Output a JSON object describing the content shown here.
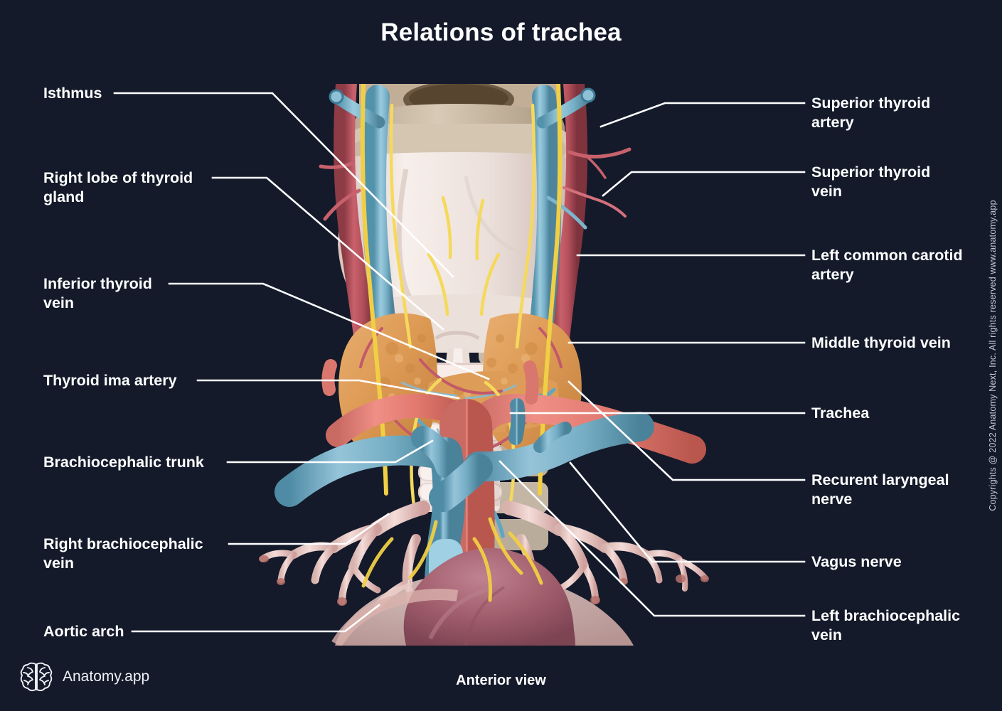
{
  "header": {
    "title": "Relations of trachea"
  },
  "caption": {
    "view": "Anterior view"
  },
  "footer": {
    "brand": "Anatomy.app",
    "copyright": "Copyrights @ 2022 Anatomy Next, Inc. All rights reserved www.anatomy.app"
  },
  "colors": {
    "background": "#141a2a",
    "leader": "#ffffff",
    "text": "#ffffff",
    "artery": "#c8616c",
    "aorta": "#e8837c",
    "vein": "#7cb6cd",
    "nerve": "#f2d24b",
    "thyroid": "#e2a05f",
    "cartilage": "#efe3dd",
    "bone": "#cdbfae",
    "bronchi": "#eccfcc",
    "heart": "#a9616f"
  },
  "labels": {
    "left": [
      {
        "id": "isthmus",
        "text": "Isthmus"
      },
      {
        "id": "right-lobe-thyroid",
        "text": "Right lobe of thyroid\ngland"
      },
      {
        "id": "inferior-thyroid-vein",
        "text": "Inferior thyroid\nvein"
      },
      {
        "id": "thyroid-ima-artery",
        "text": "Thyroid ima artery"
      },
      {
        "id": "brachiocephalic-trunk",
        "text": "Brachiocephalic trunk"
      },
      {
        "id": "right-brachiocephalic-vein",
        "text": "Right brachiocephalic\nvein"
      },
      {
        "id": "aortic-arch",
        "text": "Aortic arch"
      }
    ],
    "right": [
      {
        "id": "superior-thyroid-artery",
        "text": "Superior thyroid\nartery"
      },
      {
        "id": "superior-thyroid-vein",
        "text": "Superior thyroid\nvein"
      },
      {
        "id": "left-common-carotid-artery",
        "text": "Left common carotid\nartery"
      },
      {
        "id": "middle-thyroid-vein",
        "text": "Middle thyroid vein"
      },
      {
        "id": "trachea",
        "text": "Trachea"
      },
      {
        "id": "recurrent-laryngeal-nerve",
        "text": "Recurent laryngeal\nnerve"
      },
      {
        "id": "vagus-nerve",
        "text": "Vagus nerve"
      },
      {
        "id": "left-brachiocephalic-vein",
        "text": "Left brachiocephalic\nvein"
      }
    ]
  }
}
